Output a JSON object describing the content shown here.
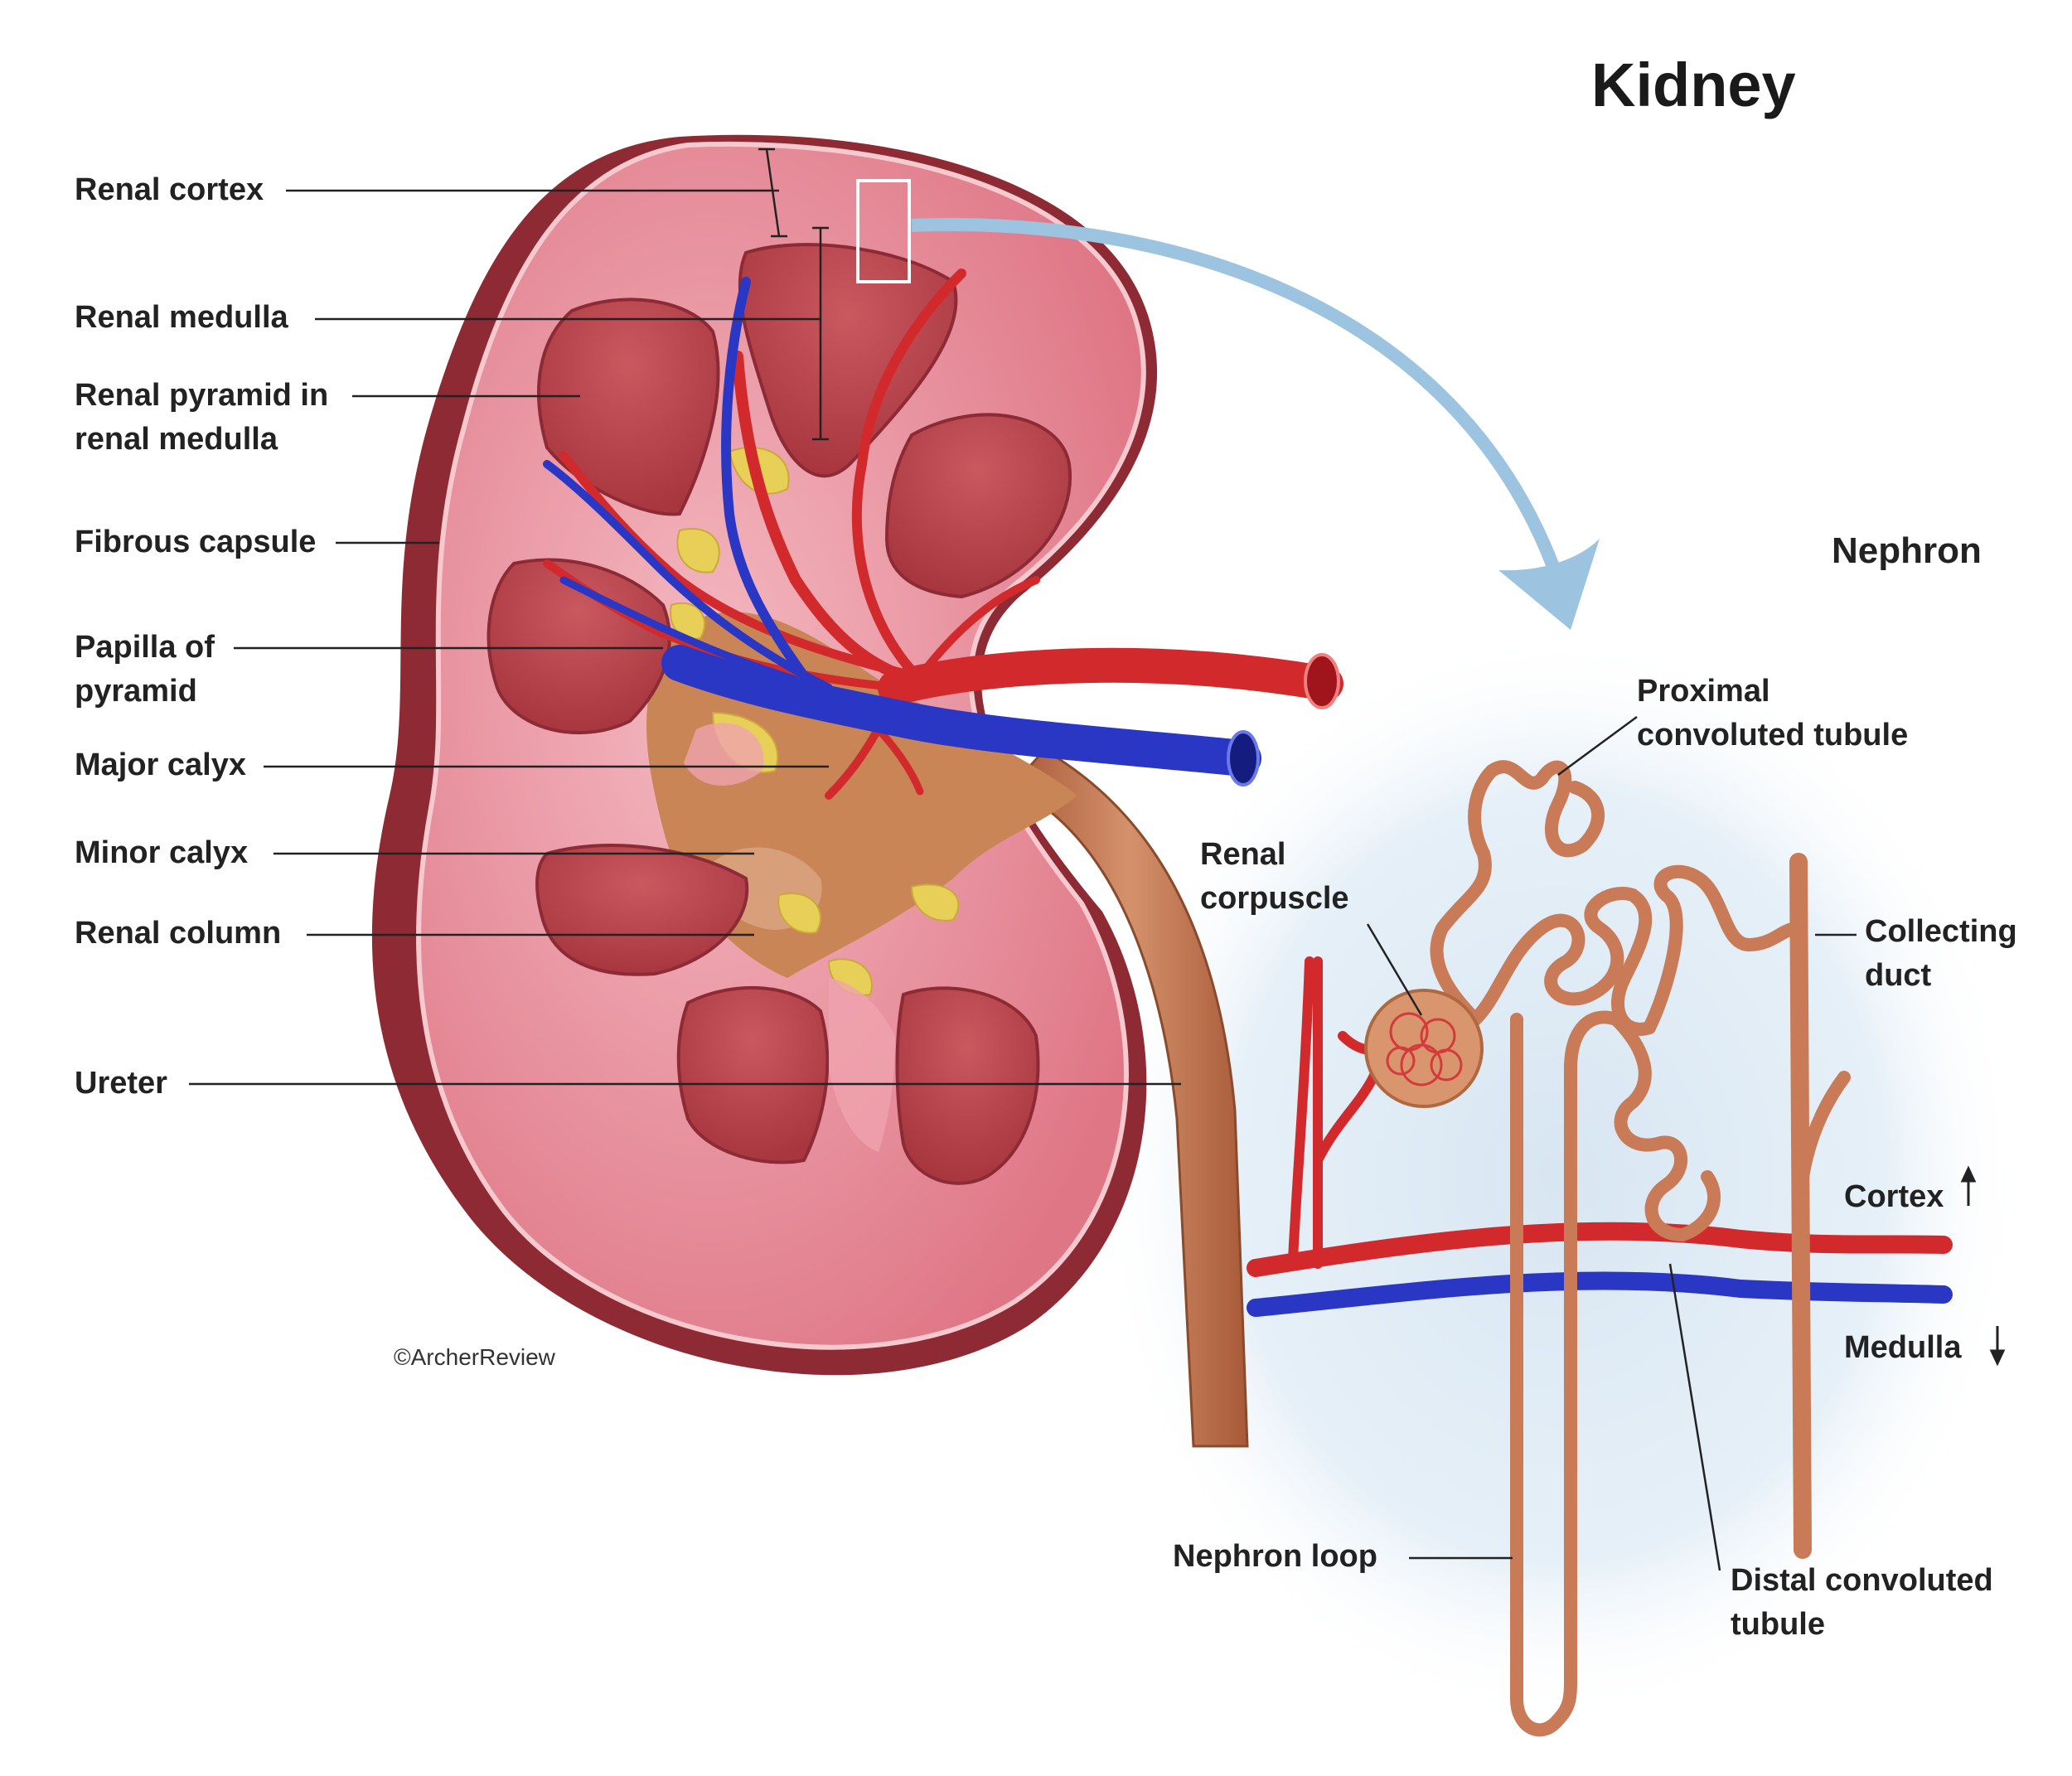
{
  "title": "Kidney",
  "nephron_title": "Nephron",
  "credit": "©ArcherReview",
  "kidney_labels": {
    "renal_cortex": "Renal cortex",
    "renal_medulla": "Renal medulla",
    "renal_pyramid_1": "Renal pyramid in",
    "renal_pyramid_2": "renal medulla",
    "fibrous_capsule": "Fibrous capsule",
    "papilla_1": "Papilla of",
    "papilla_2": "pyramid",
    "major_calyx": "Major calyx",
    "minor_calyx": "Minor calyx",
    "renal_column": "Renal column",
    "ureter": "Ureter"
  },
  "nephron_labels": {
    "proximal_1": "Proximal",
    "proximal_2": "convoluted tubule",
    "corpuscle_1": "Renal",
    "corpuscle_2": "corpuscle",
    "collecting_1": "Collecting",
    "collecting_2": "duct",
    "cortex": "Cortex",
    "medulla": "Medulla",
    "nephron_loop": "Nephron loop",
    "distal_1": "Distal convoluted",
    "distal_2": "tubule"
  },
  "colors": {
    "capsule": "#8e2a33",
    "cortex": "#e4808f",
    "pyramid": "#b3434f",
    "calyx": "#c98556",
    "fat": "#e8cf57",
    "artery": "#d22a2c",
    "vein": "#2a36c4",
    "tubule": "#c97a56",
    "glow": "#d8e6f2",
    "arrow": "#9cc3e0"
  }
}
